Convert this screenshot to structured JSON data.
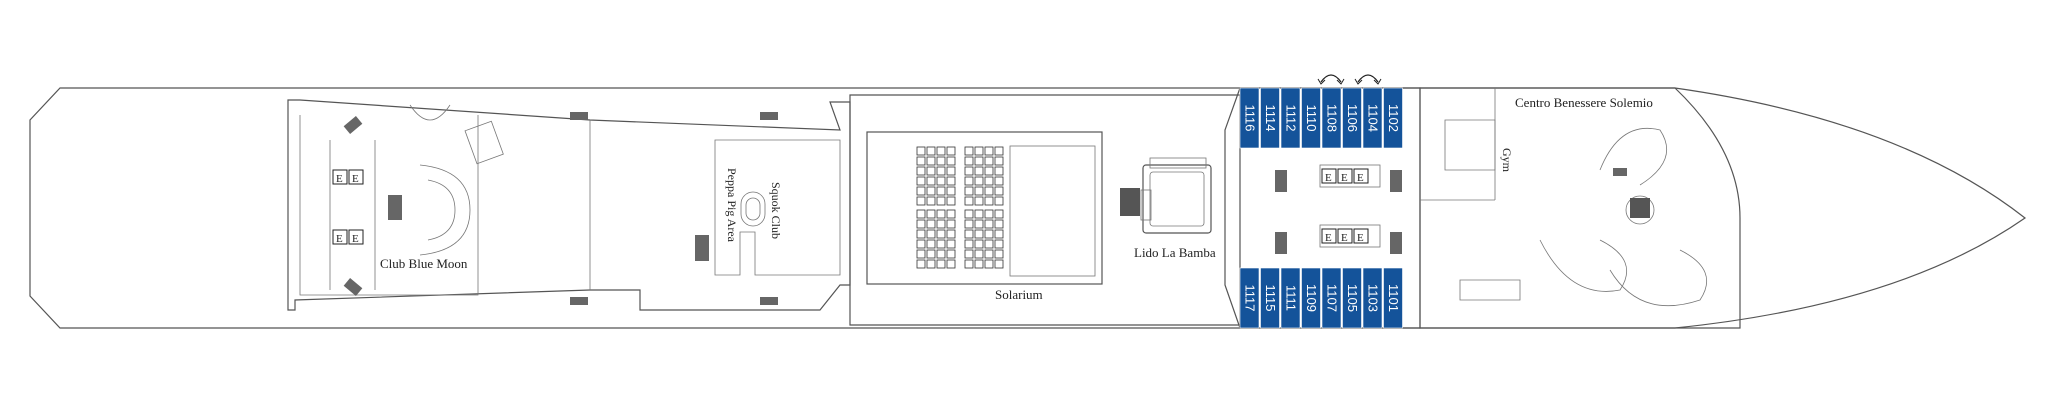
{
  "deck": {
    "labels": {
      "club_blue_moon": "Club Blue Moon",
      "peppa_pig_area": "Peppa Pig Area",
      "squok_club": "Squok Club",
      "solarium": "Solarium",
      "lido_la_bamba": "Lido La Bamba",
      "gym": "Gym",
      "centro_benessere": "Centro Benessere Solemio"
    },
    "elevator_letter": "E",
    "cabins_top": [
      "1116",
      "1114",
      "1112",
      "1110",
      "1108",
      "1106",
      "1104",
      "1102"
    ],
    "cabins_bottom": [
      "1117",
      "1115",
      "1111",
      "1109",
      "1107",
      "1105",
      "1103",
      "1101"
    ],
    "colors": {
      "cabin_fill": "#14539a",
      "cabin_text": "#ffffff",
      "outline": "#555555"
    },
    "icons": [
      "connecting-cabin-arrow-icon",
      "elevator-icon",
      "stairs-icon"
    ]
  }
}
